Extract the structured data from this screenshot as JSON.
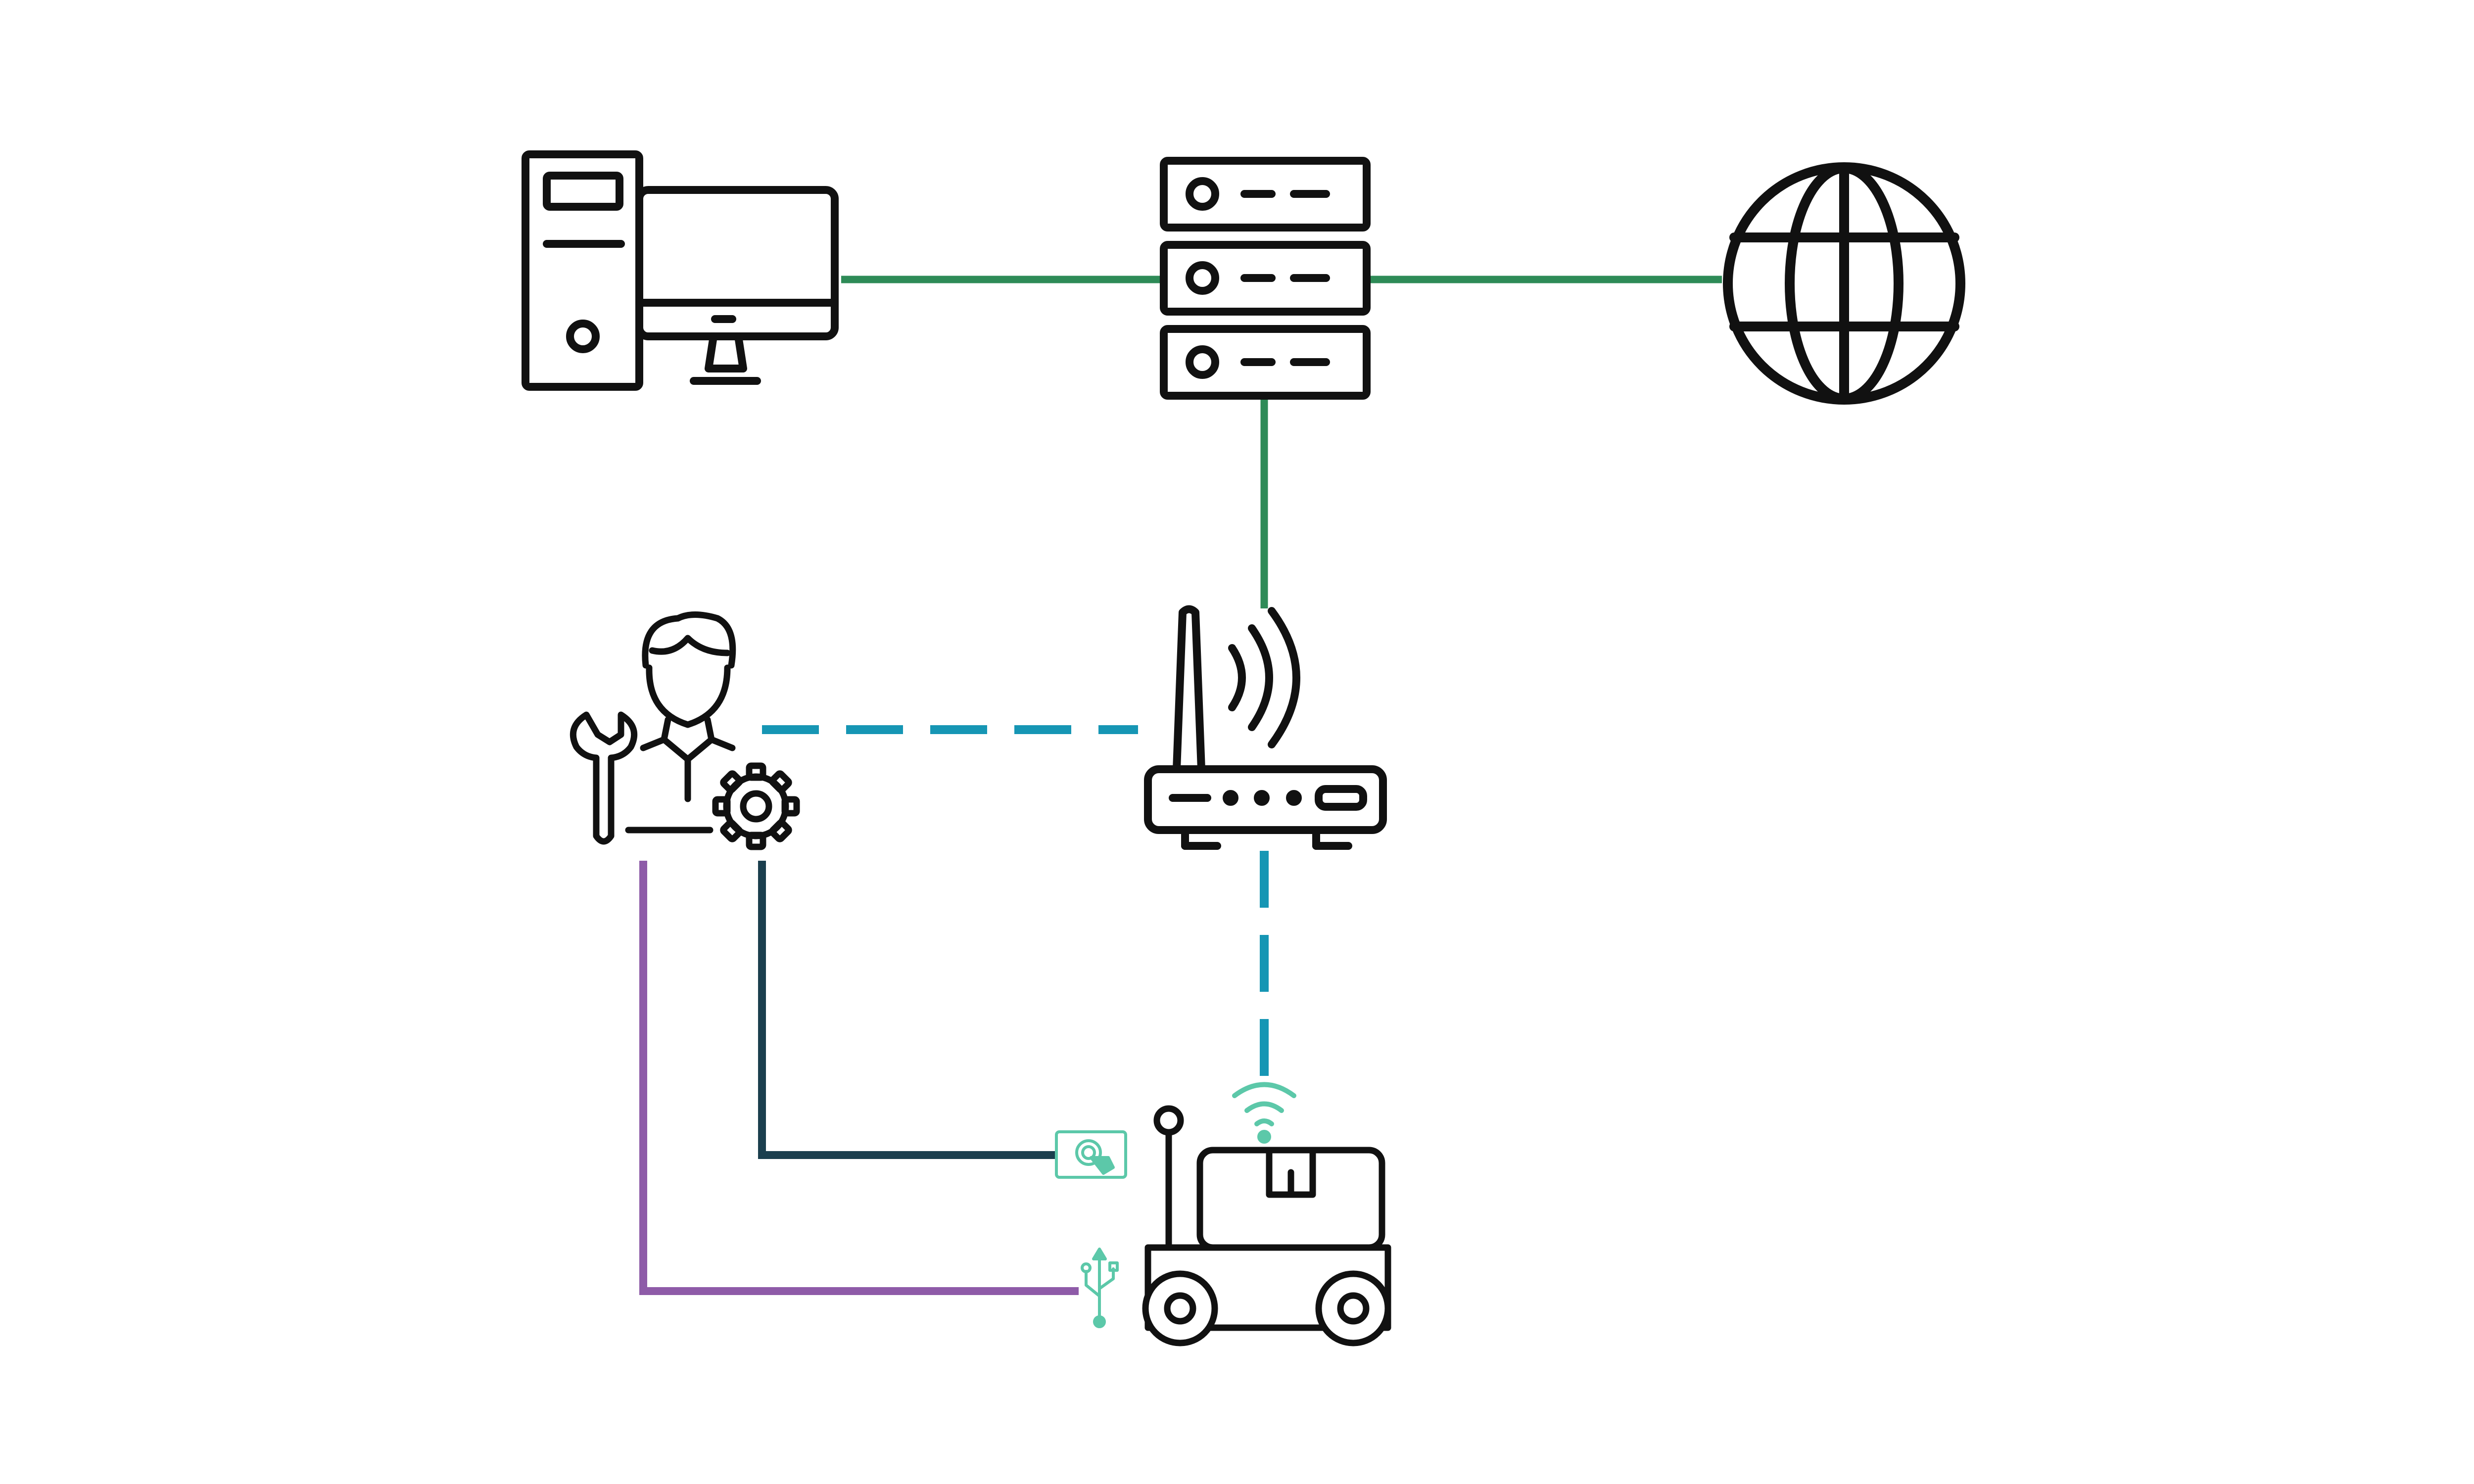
{
  "diagram": {
    "nodes": [
      {
        "id": "desktop-computer",
        "icon": "desktop-computer-icon"
      },
      {
        "id": "server-rack",
        "icon": "server-rack-icon"
      },
      {
        "id": "internet",
        "icon": "globe-icon"
      },
      {
        "id": "wifi-router",
        "icon": "wifi-router-icon"
      },
      {
        "id": "technician",
        "icon": "technician-icon"
      },
      {
        "id": "delivery-robot",
        "icon": "delivery-robot-icon"
      },
      {
        "id": "touch-panel",
        "icon": "touch-panel-icon"
      },
      {
        "id": "usb-port",
        "icon": "usb-icon"
      }
    ],
    "links": [
      {
        "from": "desktop-computer",
        "to": "server-rack",
        "style": "solid",
        "color": "#2e8b57"
      },
      {
        "from": "server-rack",
        "to": "internet",
        "style": "solid",
        "color": "#2e8b57"
      },
      {
        "from": "server-rack",
        "to": "wifi-router",
        "style": "solid",
        "color": "#2e8b57"
      },
      {
        "from": "technician",
        "to": "wifi-router",
        "style": "dashed",
        "color": "#1696b4"
      },
      {
        "from": "wifi-router",
        "to": "delivery-robot",
        "style": "dashed",
        "color": "#1696b4"
      },
      {
        "from": "technician",
        "to": "touch-panel",
        "style": "solid",
        "color": "#1b3f4e"
      },
      {
        "from": "technician",
        "to": "usb-port",
        "style": "solid",
        "color": "#8e5ba8"
      }
    ],
    "colors": {
      "icon_stroke": "#111111",
      "accent_teal": "#5cc8a9",
      "network_green": "#2e8b57",
      "wireless_blue": "#1696b4",
      "cable_dark": "#1b3f4e",
      "usb_purple": "#8e5ba8"
    }
  }
}
